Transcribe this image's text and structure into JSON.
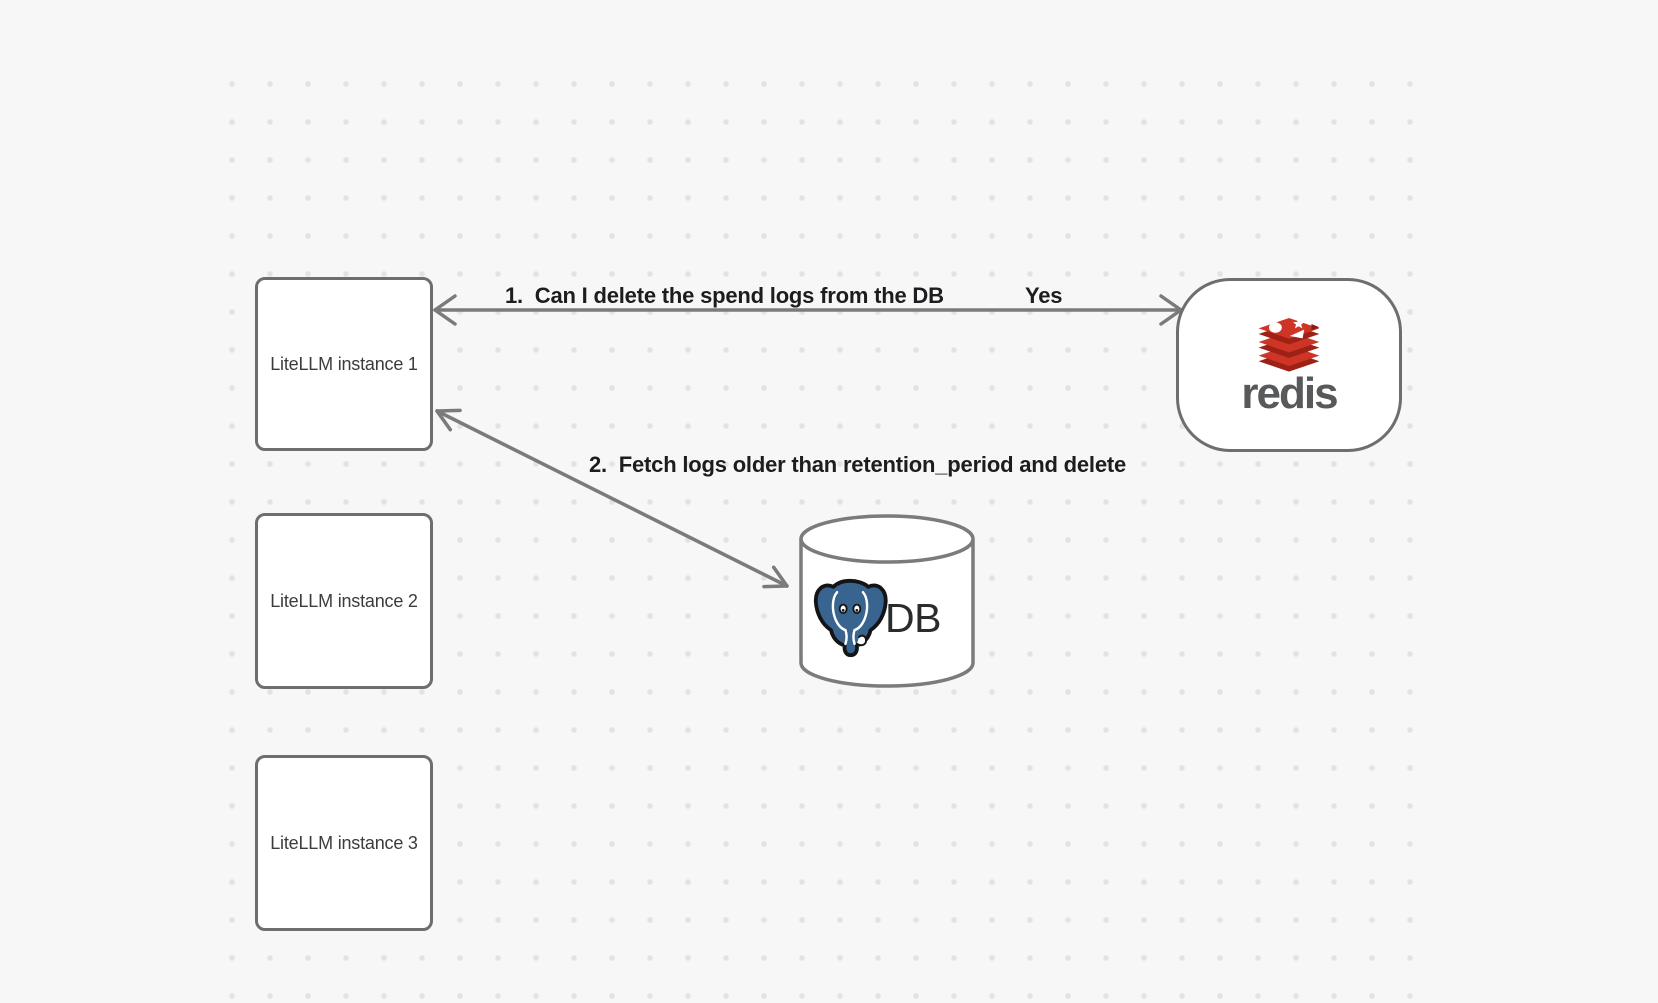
{
  "canvas": {
    "background_color": "#f7f7f8",
    "dot_color": "#e3e3e3"
  },
  "nodes": {
    "instances": [
      {
        "label": "LiteLLM instance 1"
      },
      {
        "label": "LiteLLM instance 2"
      },
      {
        "label": "LiteLLM instance 3"
      }
    ],
    "redis": {
      "wordmark": "redis",
      "logo_icon": "redis-stack-icon",
      "brand_red": "#cf3527",
      "brand_red_dark": "#9e2115",
      "wordmark_color": "#58595b"
    },
    "db": {
      "label": "DB",
      "logo_icon": "postgresql-elephant-icon",
      "elephant_blue": "#38648f"
    }
  },
  "arrows": [
    {
      "label": "1.  Can I delete the spend logs from the DB",
      "response": "Yes",
      "from": "redis",
      "to": "LiteLLM instance 1",
      "direction": "bidirectional"
    },
    {
      "label": "2.  Fetch logs older than retention_period and delete",
      "from": "LiteLLM instance 1",
      "to": "DB",
      "direction": "bidirectional"
    }
  ],
  "style": {
    "node_border_color": "#6e6e6e",
    "arrow_color": "#7b7b7b",
    "label_color": "#1d1d1f"
  }
}
